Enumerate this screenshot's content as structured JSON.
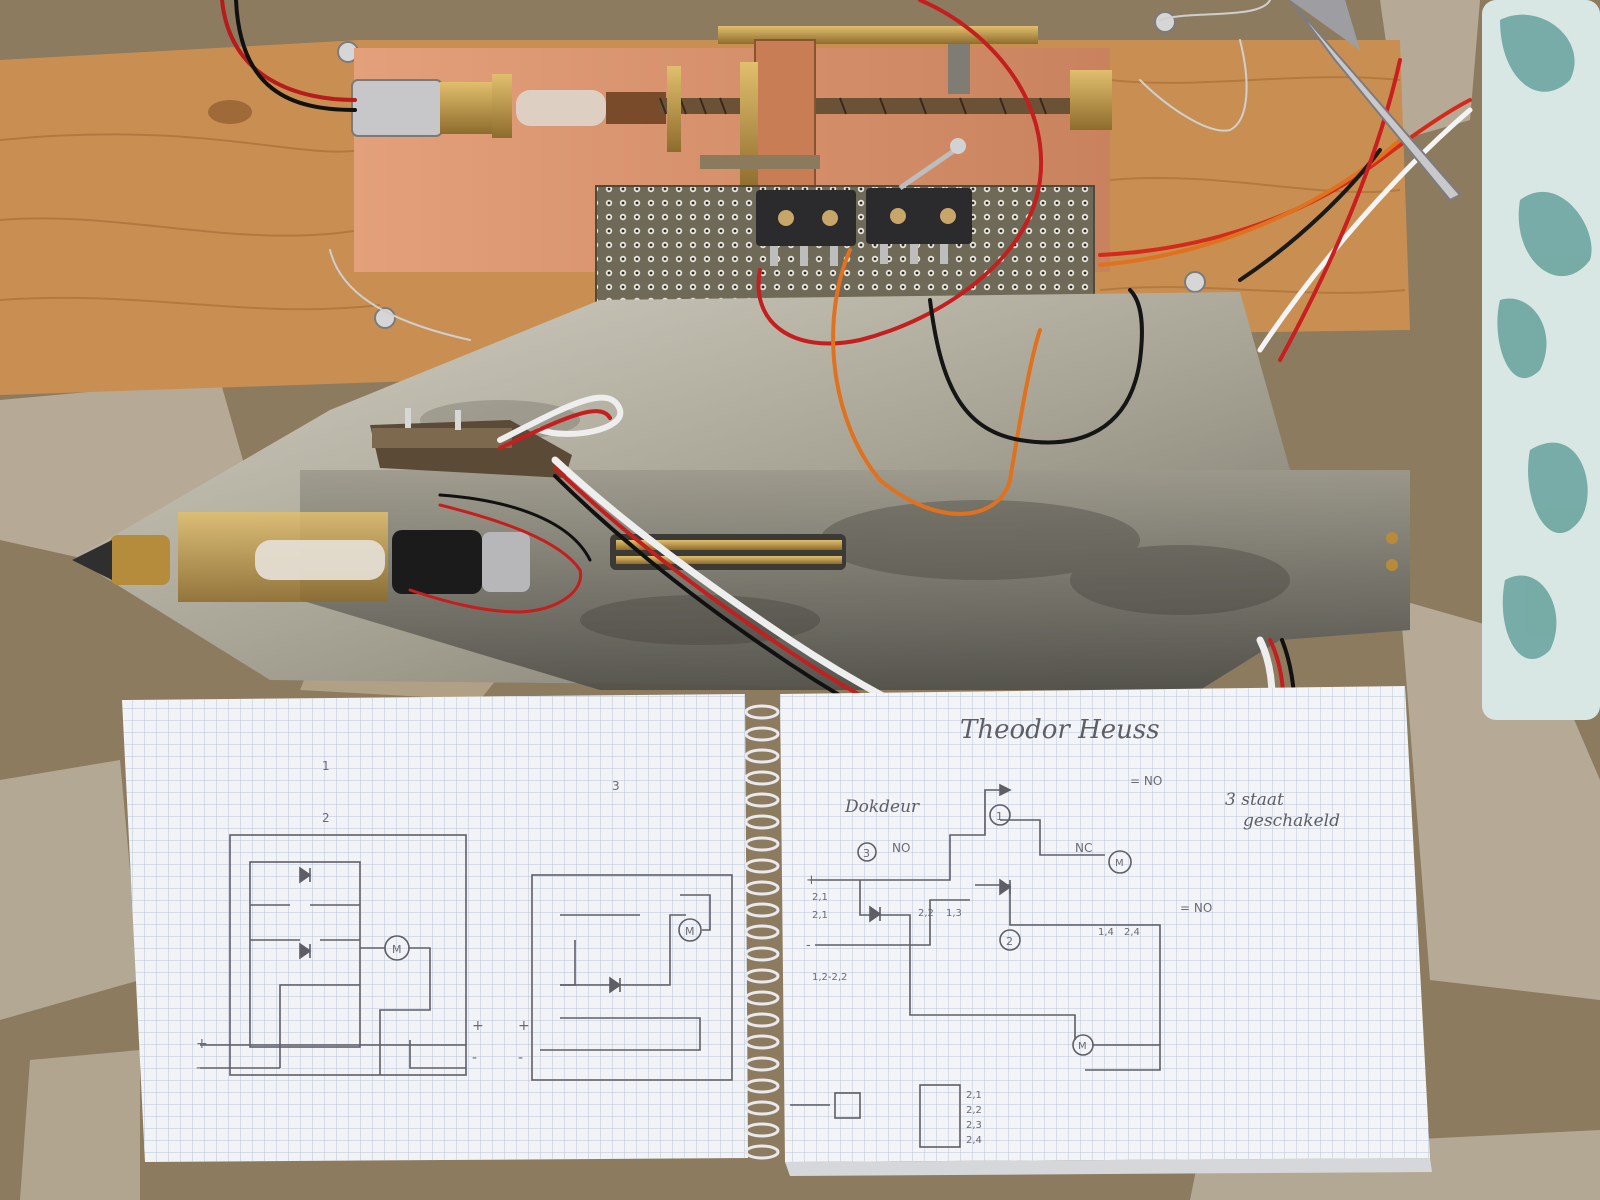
{
  "photo": {
    "subject": "",
    "colors": {
      "table": "#8a7a62",
      "wood": "#c98f52",
      "copper": "#d9916a",
      "perfboard": "#6f6a58",
      "metal": "#b8b4a6",
      "paper": "#f2f3f6",
      "grid": "#b9c6d6",
      "pencil": "#5e5e66",
      "cloth": "#5f9e98"
    }
  },
  "notebook": {
    "left_page": {
      "fig_numbers": [
        "1",
        "2",
        "3"
      ],
      "diagram_2": {
        "motor": "M",
        "plus": "+",
        "minus": "-",
        "out_plus": "+",
        "out_minus": "-"
      },
      "diagram_3": {
        "motor": "M",
        "plus": "+",
        "minus": "-"
      }
    },
    "right_page": {
      "title": "Theodor Heuss",
      "note_dokdeur": "Dokdeur",
      "note_no_top": "= NO",
      "note_no_left": "NO",
      "note_nc": "NC",
      "note_no_right": "= NO",
      "note_staat_1": "3 staat",
      "note_staat_2": "geschakeld",
      "switch_1": "1",
      "switch_2": "2",
      "switch_3": "3",
      "contacts_left": [
        "2,1",
        "2,1"
      ],
      "contacts_mid": [
        "2,2",
        "1,3"
      ],
      "contacts_right": [
        "1,4",
        "2,4"
      ],
      "contact_bridge": "1,2-2,2",
      "motor_1": "M",
      "motor_2": "M",
      "plus": "+",
      "minus": "-",
      "legend": [
        "2,1",
        "2,2",
        "2,3",
        "2,4"
      ]
    }
  }
}
